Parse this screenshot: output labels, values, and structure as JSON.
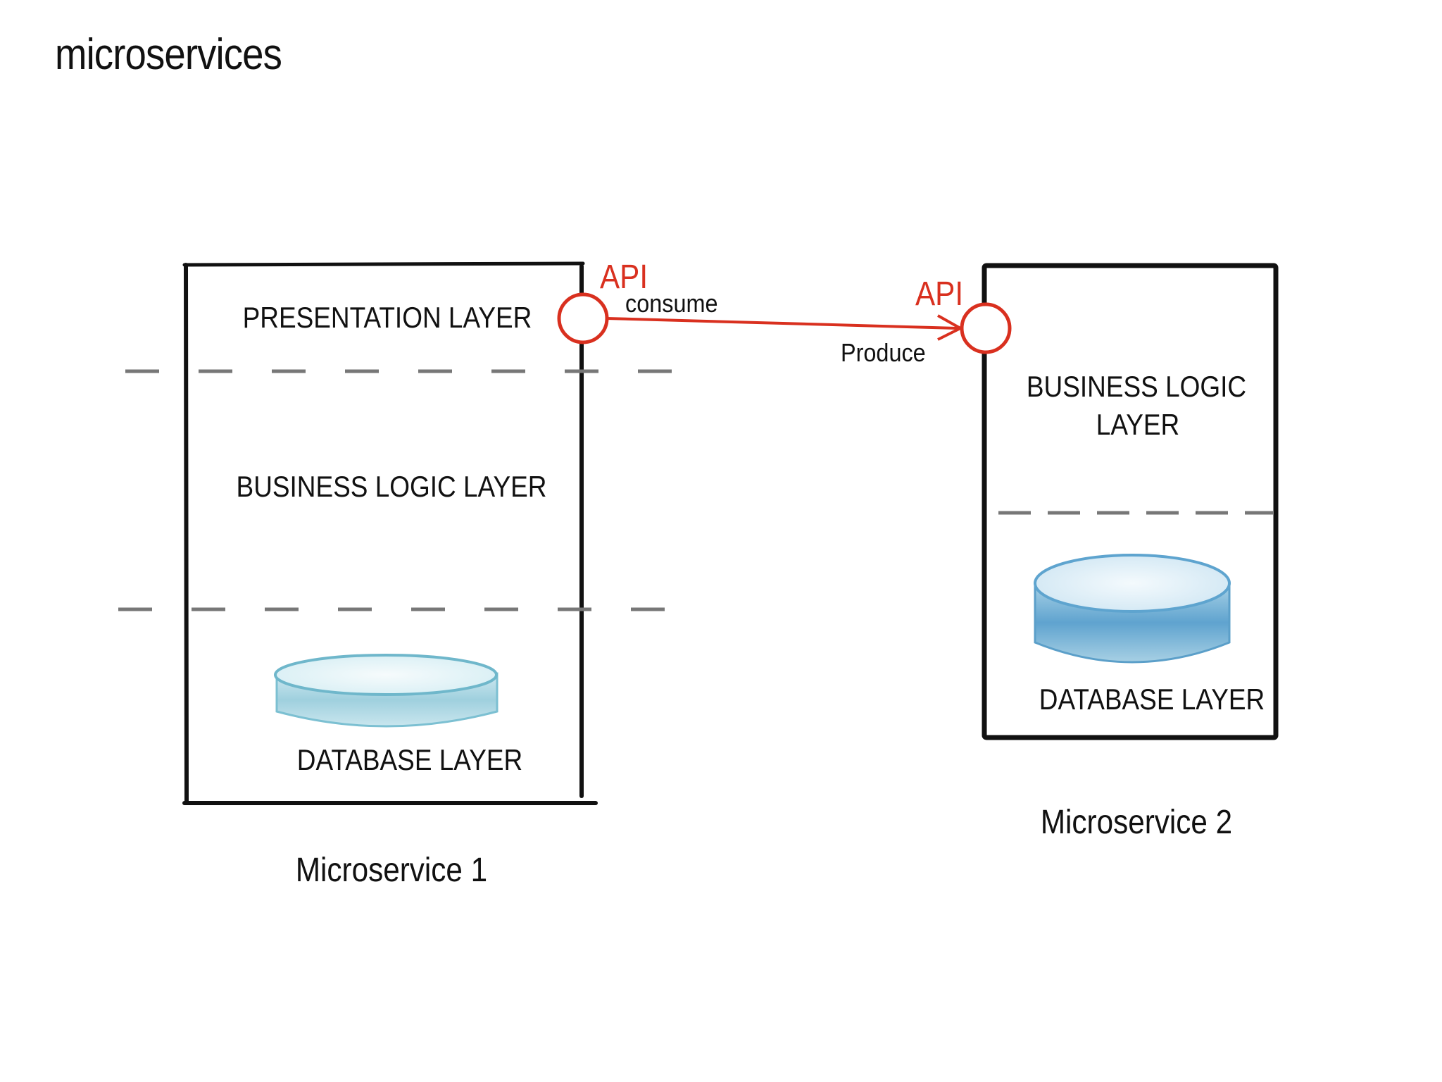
{
  "title": "microservices",
  "colors": {
    "ink": "#111111",
    "api_accent": "#d9301f",
    "divider": "#777777",
    "db_fill": "#a9d6e2",
    "db_top": "#e4f3f7",
    "db_stroke": "#4fa6bf"
  },
  "services": [
    {
      "name": "Microservice 1",
      "layers": {
        "presentation": "PRESENTATION LAYER",
        "business": "BUSINESS LOGIC LAYER",
        "database": "DATABASE LAYER"
      },
      "api": "API"
    },
    {
      "name": "Microservice 2",
      "layers": {
        "business_line1": "BUSINESS LOGIC",
        "business_line2": "LAYER",
        "database": "DATABASE LAYER"
      },
      "api": "API"
    }
  ],
  "connection": {
    "from_label": "consume",
    "to_label": "Produce"
  }
}
